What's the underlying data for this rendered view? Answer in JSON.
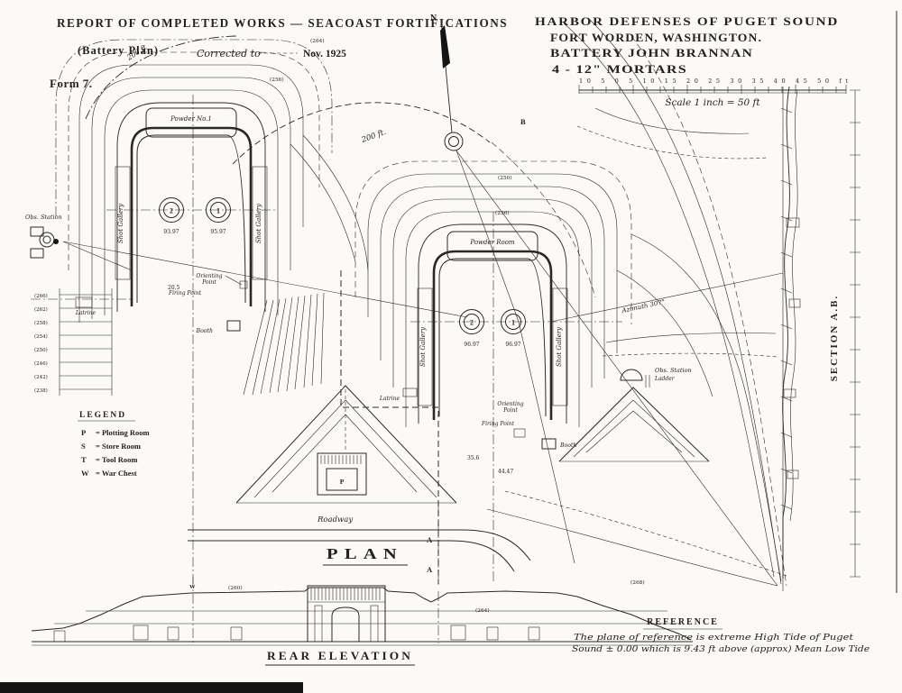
{
  "header_left": {
    "title": "REPORT OF COMPLETED WORKS — SEACOAST FORTIFICATIONS",
    "subtitle": "(Battery Plan)",
    "corrected_label": "Corrected to",
    "corrected_date": "Nov. 1925",
    "form_no": "Form 7."
  },
  "header_right": {
    "line1": "HARBOR DEFENSES OF PUGET SOUND",
    "line2": "FORT WORDEN, WASHINGTON.",
    "line3": "BATTERY JOHN BRANNAN",
    "line4": "4 - 12\" MORTARS"
  },
  "scale": {
    "numbers": "10 5 0 5 10 15 20 25 30 35 40 45 50 ft",
    "label": "Scale 1 inch = 50 ft"
  },
  "compass": {
    "n": "N"
  },
  "plan": {
    "title": "PLAN",
    "roadway": "Roadway",
    "contour_a": "200 ft",
    "contour_b": "200 ft.",
    "obs_station_left": "Obs. Station",
    "obs_station_right": "Obs. Station",
    "ladder": "Ladder",
    "latrine": "Latrine",
    "powder_no1": "Powder No.1",
    "powder_room": "Powder Room",
    "shot_gallery": "Shot Gallery",
    "mortar_no_1": "1",
    "mortar_no_2": "2",
    "elev_left_a": "93.97",
    "elev_left_b": "95.97",
    "elev_right_a": "96.97",
    "elev_right_b": "96.97",
    "orienting_1": "Orienting",
    "orienting_2": "Point",
    "firing_point": "Firing Point",
    "booth": "Booth",
    "azimuth": "Azimuth 307°",
    "mark_a": "A",
    "mark_b": "B",
    "room_p": "P",
    "dims": {
      "d1": "20.5",
      "d2": "35.6",
      "d3": "44.47"
    },
    "stair_elevs": [
      "(266)",
      "(262)",
      "(258)",
      "(254)",
      "(250)",
      "(246)",
      "(242)",
      "(238)"
    ],
    "spot_elevs": {
      "s1": "(264)",
      "s2": "(256)",
      "s3": "(250)",
      "s4": "(236)"
    }
  },
  "legend": {
    "title": "LEGEND",
    "rows": [
      {
        "key": "P",
        "value": "=  Plotting Room"
      },
      {
        "key": "S",
        "value": "=  Store Room"
      },
      {
        "key": "T",
        "value": "=  Tool Room"
      },
      {
        "key": "W",
        "value": "=  War Chest"
      }
    ]
  },
  "rear": {
    "title": "REAR ELEVATION",
    "e1": "(268)",
    "e2": "(264)",
    "e3": "(260)",
    "w_mark": "W"
  },
  "section": {
    "label": "SECTION A.B."
  },
  "reference": {
    "title": "REFERENCE",
    "line1": "The plane of reference is extreme High Tide of Puget",
    "line2": "Sound ± 0.00 which is 9.43 ft above (approx) Mean Low Tide"
  }
}
